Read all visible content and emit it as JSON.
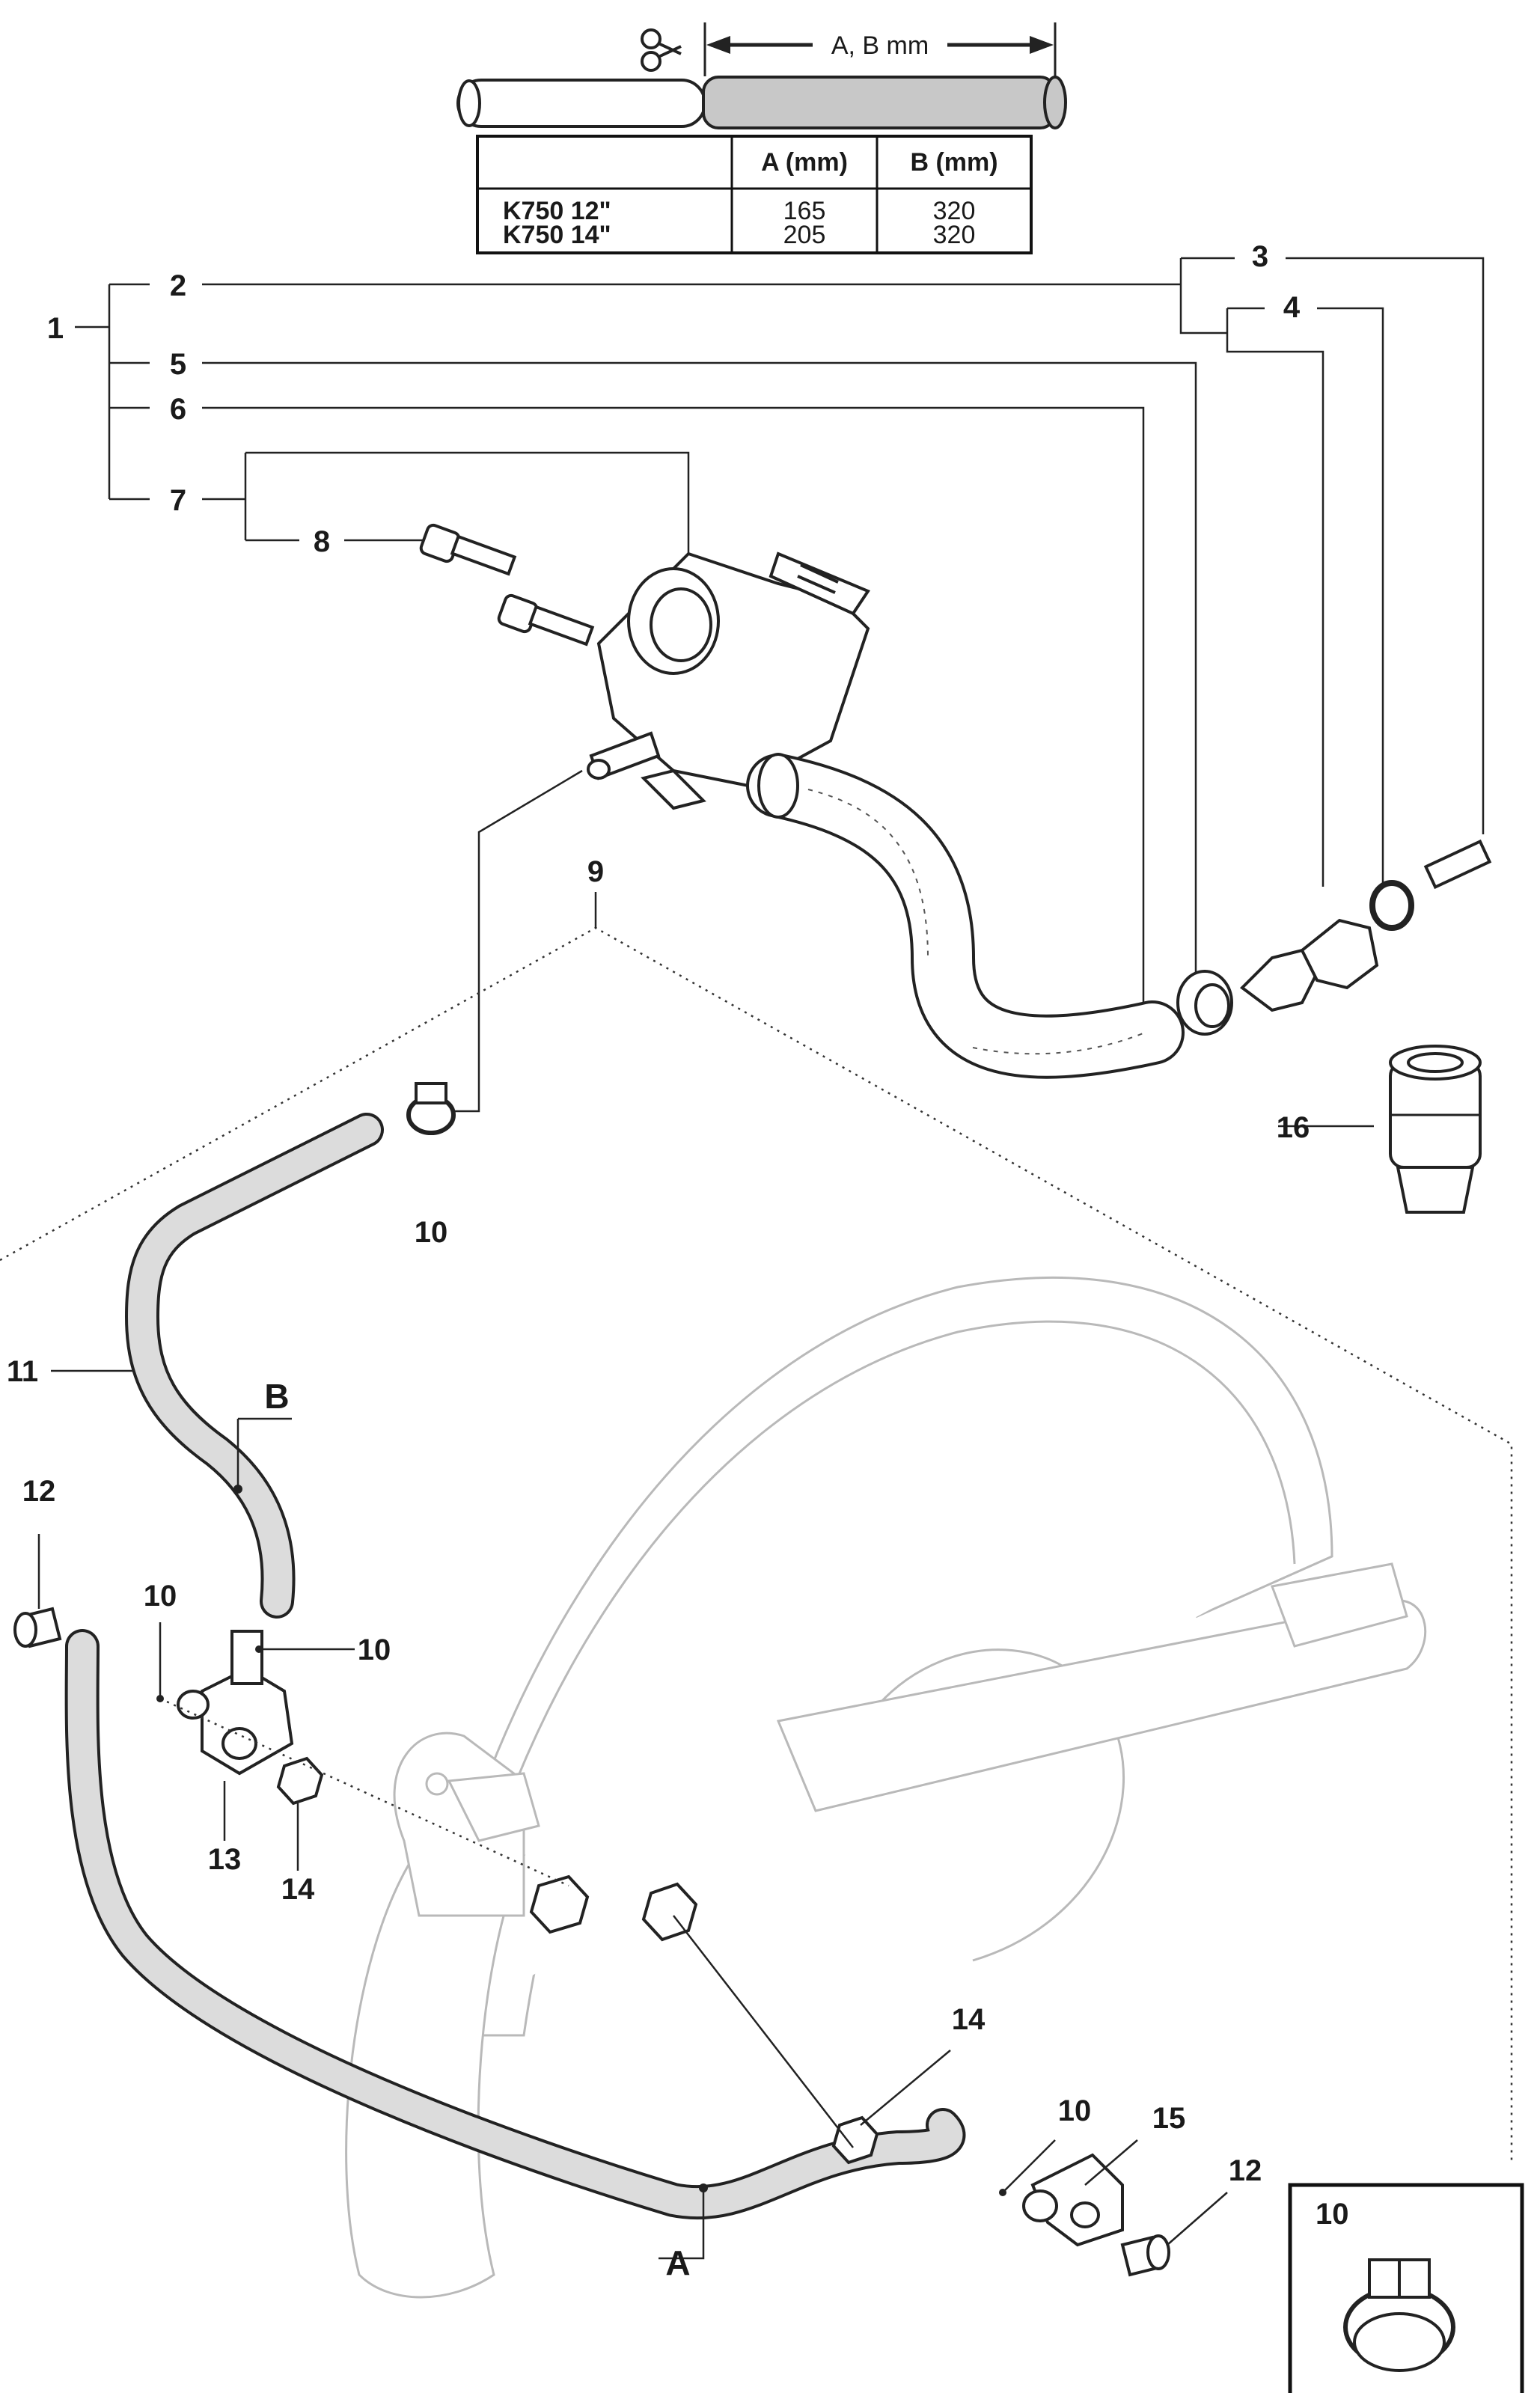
{
  "dimension": {
    "label": "A, B mm"
  },
  "table": {
    "headers": [
      "",
      "A (mm)",
      "B (mm)"
    ],
    "rows": [
      {
        "model": "K750 12\"",
        "a": "165",
        "b": "320"
      },
      {
        "model": "K750 14\"",
        "a": "205",
        "b": "320"
      }
    ]
  },
  "callouts": {
    "c1": "1",
    "c2": "2",
    "c3": "3",
    "c4": "4",
    "c5": "5",
    "c6": "6",
    "c7": "7",
    "c8": "8",
    "c9": "9",
    "c10": "10",
    "c11": "11",
    "c12": "12",
    "c13": "13",
    "c14": "14",
    "c15": "15",
    "c16": "16"
  },
  "hose_markers": {
    "a": "A",
    "b": "B"
  },
  "inset": {
    "label": "10"
  },
  "colors": {
    "line": "#222222",
    "hose_fill": "#dcdcdc",
    "background_part": "#b9b9b9"
  }
}
